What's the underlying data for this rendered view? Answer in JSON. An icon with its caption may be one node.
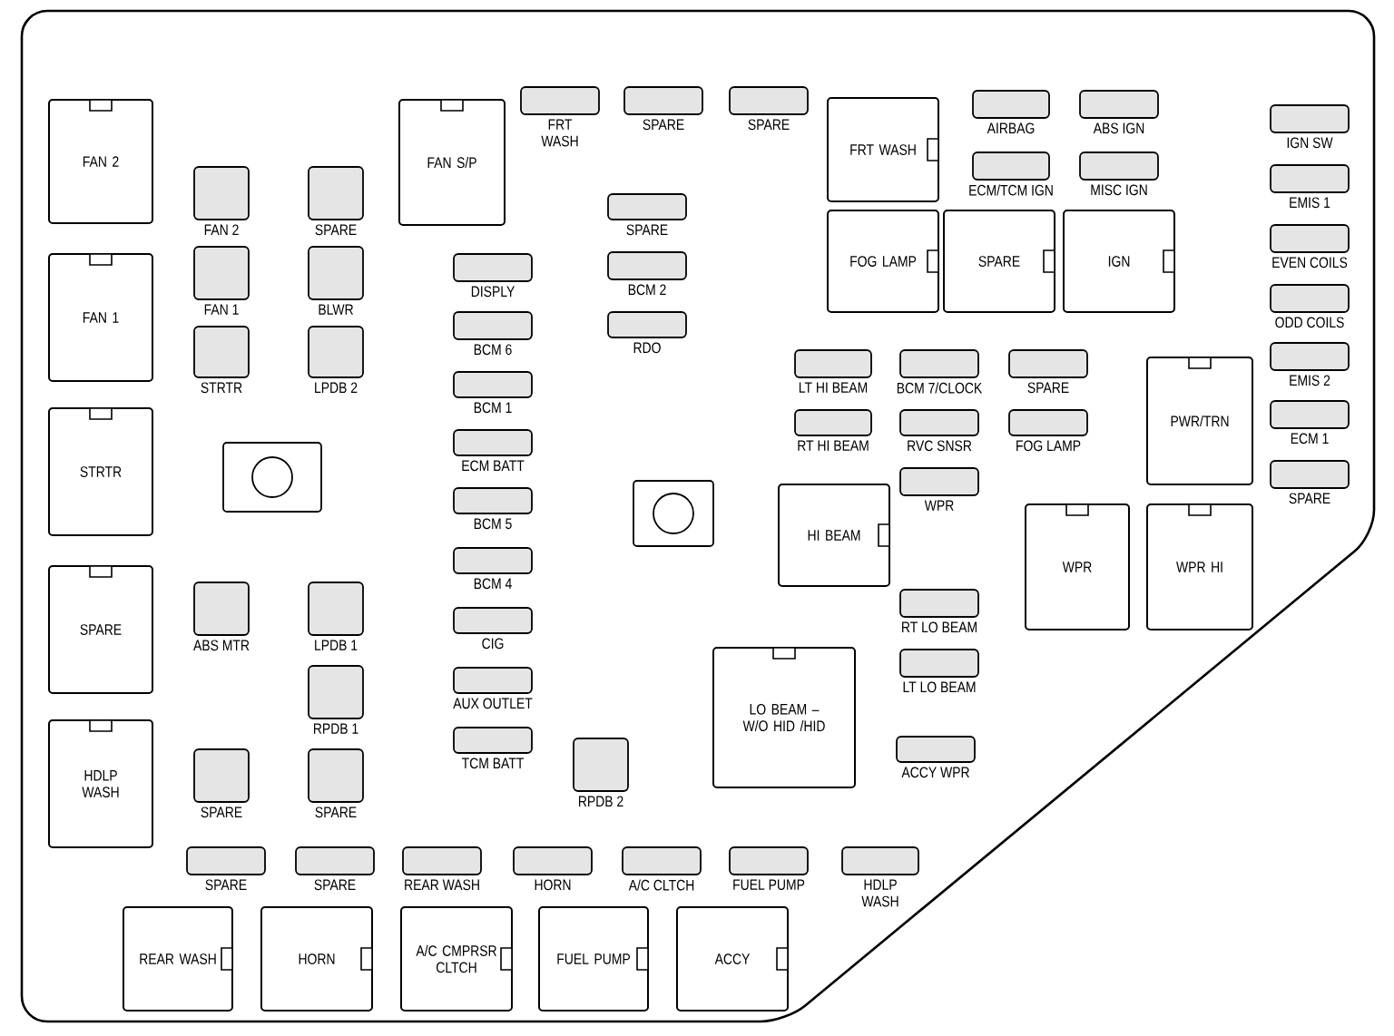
{
  "diagram": {
    "nodes": [
      {
        "text": [
          "FAN 2"
        ]
      },
      {
        "text": [
          "FAN S/P"
        ]
      },
      {
        "text": [
          "FRT WASH"
        ]
      },
      {
        "text": [
          "SPARE"
        ]
      },
      {
        "text": [
          "SPARE"
        ]
      },
      {
        "text": [
          "FRT WASH"
        ]
      },
      {
        "text": [
          "AIRBAG"
        ]
      },
      {
        "text": [
          "ABS IGN"
        ]
      },
      {
        "text": [
          "IGN SW"
        ]
      },
      {
        "text": [
          "ECM/TCM IGN"
        ]
      },
      {
        "text": [
          "MISC IGN"
        ]
      },
      {
        "text": [
          "FAN 2"
        ]
      },
      {
        "text": [
          "SPARE"
        ]
      },
      {
        "text": [
          "EMIS 1"
        ]
      },
      {
        "text": [
          "SPARE"
        ]
      },
      {
        "text": [
          "FOG LAMP"
        ]
      },
      {
        "text": [
          "SPARE"
        ]
      },
      {
        "text": [
          "IGN"
        ]
      },
      {
        "text": [
          "EVEN COILS"
        ]
      },
      {
        "text": [
          "FAN 1"
        ]
      },
      {
        "text": [
          "FAN 1"
        ]
      },
      {
        "text": [
          "BLWR"
        ]
      },
      {
        "text": [
          "DISPLY"
        ]
      },
      {
        "text": [
          "BCM 2"
        ]
      },
      {
        "text": [
          "ODD COILS"
        ]
      },
      {
        "text": [
          "BCM 6"
        ]
      },
      {
        "text": [
          "RDO"
        ]
      },
      {
        "text": [
          "STRTR"
        ]
      },
      {
        "text": [
          "LPDB 2"
        ]
      },
      {
        "text": [
          "LT HI BEAM"
        ]
      },
      {
        "text": [
          "BCM 7/CLOCK"
        ]
      },
      {
        "text": [
          "SPARE"
        ]
      },
      {
        "text": [
          "PWR/TRN"
        ]
      },
      {
        "text": [
          "EMIS 2"
        ]
      },
      {
        "text": [
          "BCM 1"
        ]
      },
      {
        "text": [
          "STRTR"
        ]
      },
      {
        "text": [
          "RT HI BEAM"
        ]
      },
      {
        "text": [
          "RVC SNSR"
        ]
      },
      {
        "text": [
          "FOG LAMP"
        ]
      },
      {
        "text": [
          "ECM 1"
        ]
      },
      {
        "text": [
          "ECM BATT"
        ]
      },
      {
        "text": [
          "WPR"
        ]
      },
      {
        "text": [
          "SPARE"
        ]
      },
      {
        "text": [
          "HI BEAM"
        ]
      },
      {
        "text": [
          "BCM 5"
        ]
      },
      {
        "text": [
          "WPR"
        ]
      },
      {
        "text": [
          "WPR HI"
        ]
      },
      {
        "text": [
          "SPARE"
        ]
      },
      {
        "text": [
          "BCM 4"
        ]
      },
      {
        "text": [
          "ABS MTR"
        ]
      },
      {
        "text": [
          "LPDB 1"
        ]
      },
      {
        "text": [
          "RT LO BEAM"
        ]
      },
      {
        "text": [
          "CIG"
        ]
      },
      {
        "text": [
          "LO BEAM – W/O HID /HID"
        ]
      },
      {
        "text": [
          "LT LO BEAM"
        ]
      },
      {
        "text": [
          "AUX OUTLET"
        ]
      },
      {
        "text": [
          "RPDB 1"
        ]
      },
      {
        "text": [
          "HDLP WASH"
        ]
      },
      {
        "text": [
          "TCM BATT"
        ]
      },
      {
        "text": [
          "ACCY WPR"
        ]
      },
      {
        "text": [
          "RPDB 2"
        ]
      },
      {
        "text": [
          "SPARE"
        ]
      },
      {
        "text": [
          "SPARE"
        ]
      },
      {
        "text": [
          "SPARE"
        ]
      },
      {
        "text": [
          "SPARE"
        ]
      },
      {
        "text": [
          "REAR WASH"
        ]
      },
      {
        "text": [
          "HORN"
        ]
      },
      {
        "text": [
          "A/C CLTCH"
        ]
      },
      {
        "text": [
          "FUEL PUMP"
        ]
      },
      {
        "text": [
          "HDLP WASH"
        ]
      },
      {
        "text": [
          "REAR WASH"
        ]
      },
      {
        "text": [
          "HORN"
        ]
      },
      {
        "text": [
          "A/C CMPRSR CLTCH"
        ]
      },
      {
        "text": [
          "FUEL PUMP"
        ]
      },
      {
        "text": [
          "ACCY"
        ]
      }
    ]
  }
}
